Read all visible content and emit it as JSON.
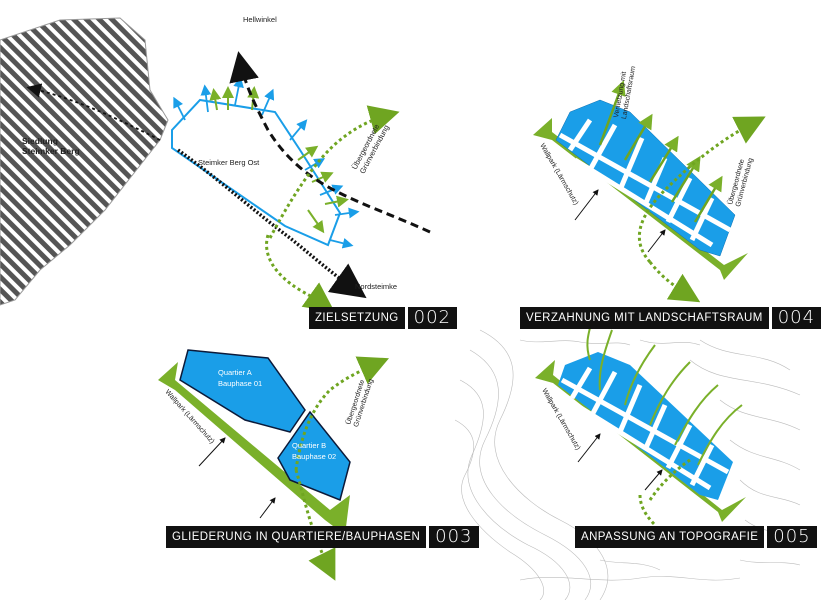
{
  "panels": {
    "p002": {
      "settlement": "Siedlung\nSteimker Berg",
      "site": "Steimker Berg Ost",
      "north_place": "Hellwinkel",
      "south_place": "Nordsteimke",
      "green_link": "Übergeordnete\nGrünverbindung",
      "title": "ZIELSETZUNG",
      "number": "002"
    },
    "p004": {
      "wall": "Wallpark (Lärmschutz)",
      "landscape": "Vernetzung mit\nLandschaftsraum",
      "green_link": "Übergeordnete\nGrünverbindung",
      "title": "VERZAHNUNG MIT LANDSCHAFTSRAUM",
      "number": "004"
    },
    "p003": {
      "quarter_a": "Quartier A\nBauphase 01",
      "quarter_b": "Quartier B\nBauphase 02",
      "wall": "Wallpark (Lärmschutz)",
      "green_link": "Übergeordnete\nGrünverbindung",
      "title": "GLIEDERUNG  IN  QUARTIERE/BAUPHASEN",
      "number": "003"
    },
    "p005": {
      "wall": "Wallpark (Lärmschutz)",
      "title": "ANPASSUNG AN TOPOGRAFIE",
      "number": "005"
    }
  },
  "colors": {
    "blue": "#1a9ee8",
    "green": "#7ab02a",
    "dark": "#111111",
    "hatch": "#555555"
  }
}
